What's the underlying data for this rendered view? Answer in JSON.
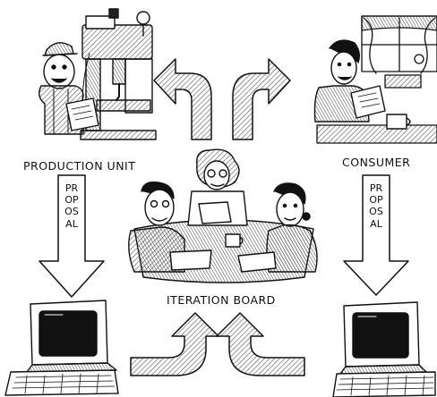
{
  "labels": {
    "production_unit": "PRODUCTION UNIT",
    "consumer": "CONSUMER",
    "iteration_board": "ITERATION BOARD",
    "proposal_left": "PROPOSAL",
    "proposal_right": "PROPOSAL"
  },
  "colors": {
    "ink": "#111111",
    "paper": "#ffffff",
    "hatch": "#555555"
  },
  "icons": [
    "worker-figure",
    "drill-press-machine",
    "consumer-figure",
    "kitchen-window",
    "board-members-meeting",
    "computer-terminal",
    "curved-arrow"
  ]
}
